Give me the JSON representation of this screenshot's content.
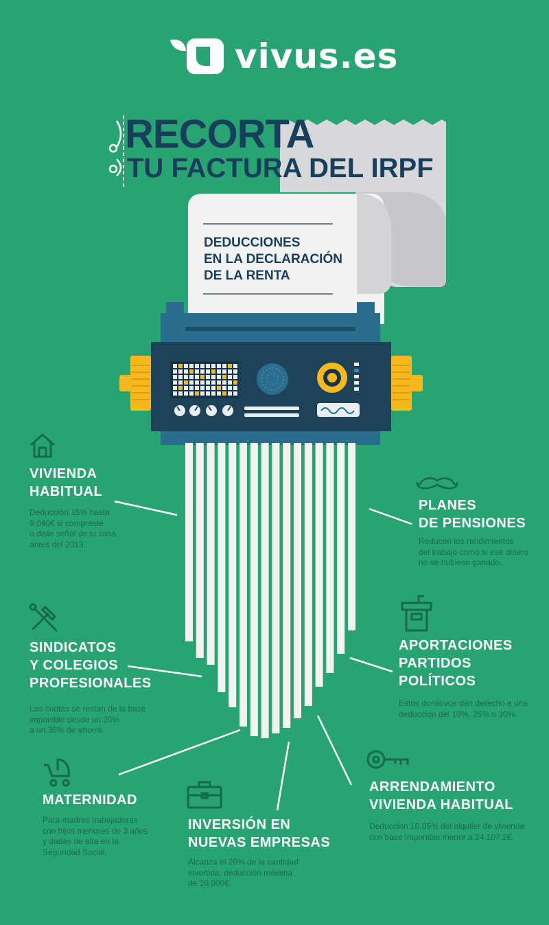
{
  "brand": {
    "name": "vivus.es"
  },
  "title": {
    "line1": "RECORTA",
    "line2": "TU FACTURA DEL IRPF"
  },
  "document": {
    "lines": [
      "DEDUCCIONES",
      "EN LA DECLARACIÓN",
      "DE LA RENTA"
    ]
  },
  "sections": {
    "vivienda": {
      "title": [
        "VIVIENDA",
        "HABITUAL"
      ],
      "desc": [
        "Deducción 15% hasta",
        "9.040€ si compraste",
        "o diste señal de tu casa",
        "antes del 2013."
      ]
    },
    "pensiones": {
      "title": [
        "PLANES",
        "DE PENSIONES"
      ],
      "desc": [
        "Reducen los rendimientos",
        "del trabajo como si ese dinero",
        "no se hubiese ganado."
      ]
    },
    "sindicatos": {
      "title": [
        "SINDICATOS",
        "Y COLEGIOS",
        "PROFESIONALES"
      ],
      "desc": [
        "Las cuotas se restan de la base",
        "imponible desde un 20%",
        "a un 35% de ahorro."
      ]
    },
    "partidos": {
      "title": [
        "APORTACIONES",
        "PARTIDOS",
        "POLÍTICOS"
      ],
      "desc": [
        "Estos donativos dan derecho a una",
        "deducción del 10%, 25% o 30%."
      ]
    },
    "maternidad": {
      "title": [
        "MATERNIDAD"
      ],
      "desc": [
        "Para madres trabajadoras",
        "con hijos menores de 3 años",
        "y dadas de alta en la",
        "Seguridad Social."
      ]
    },
    "inversion": {
      "title": [
        "INVERSIÓN EN",
        "NUEVAS EMPRESAS"
      ],
      "desc": [
        "Alcanza el 20% de la cantidad",
        "invertida, deducción máxima",
        "de 10.000€."
      ]
    },
    "arrendamiento": {
      "title": [
        "ARRENDAMIENTO",
        "VIVIENDA HABITUAL"
      ],
      "desc": [
        "Deducción 10,05% del alquiler de vivienda",
        "con base imponible menor a 24.107,2€."
      ]
    }
  },
  "icons": {
    "brand": "vivus-logo-icon",
    "scissors": "scissors-icon",
    "vivienda": "house-icon",
    "pensiones": "mustache-icon",
    "sindicatos": "tools-icon",
    "partidos": "podium-icon",
    "maternidad": "stroller-icon",
    "inversion": "briefcase-icon",
    "arrendamiento": "key-icon"
  },
  "colors": {
    "background": "#27a472",
    "navy": "#173f5c",
    "shredder_top": "#2b6d8c",
    "shredder_body": "#1e4358",
    "accent_yellow": "#f5b81e",
    "paper": "#f1f1f1",
    "paper_shadow": "#d5d5d7",
    "icon_stroke": "#166a49",
    "description_text": "#1d6b4c"
  }
}
